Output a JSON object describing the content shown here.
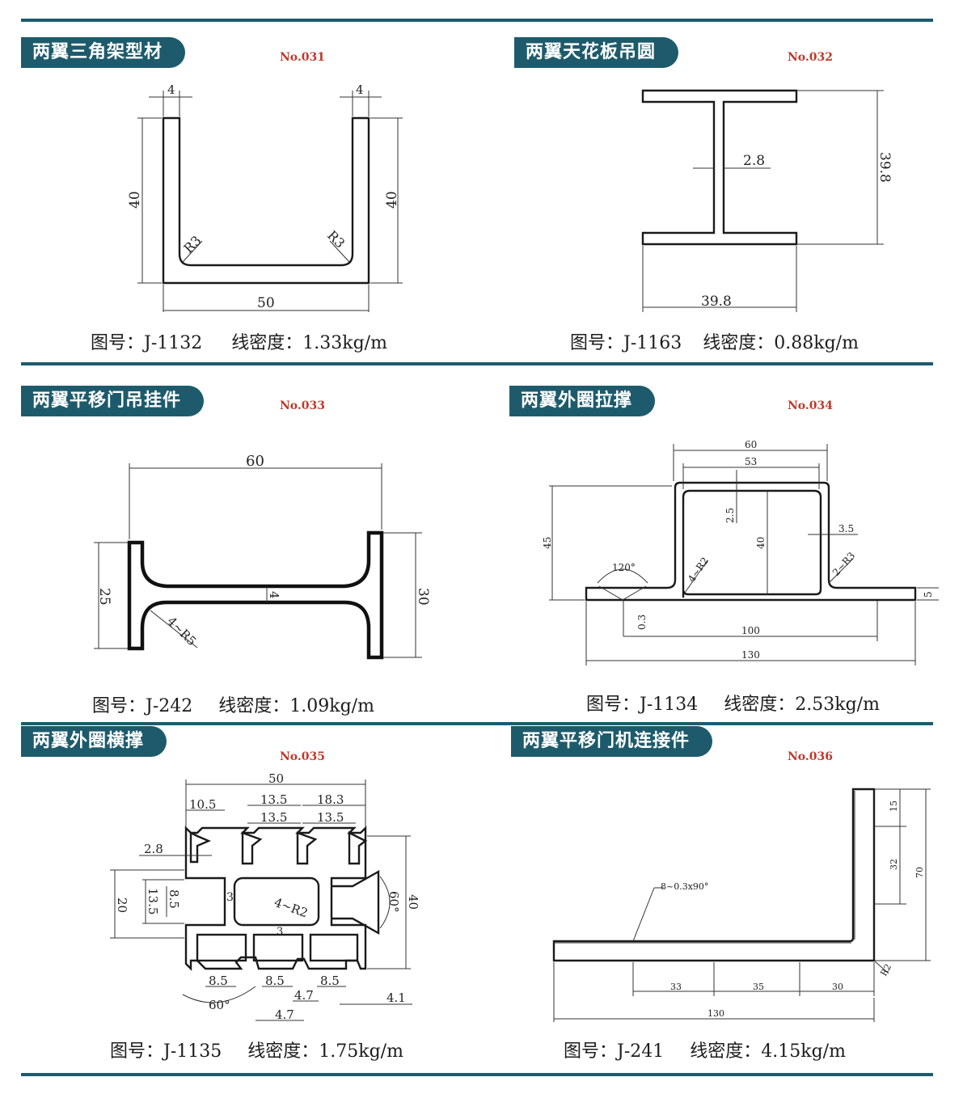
{
  "panels": [
    {
      "title": "两翼三角架型材",
      "code": "No.031",
      "figure_label": "图号：",
      "figure_no": "J-1132",
      "density_label": "线密度：",
      "density": "1.33kg/m",
      "dims": {
        "t_left": "4",
        "t_right": "4",
        "h_left": "40",
        "h_right": "40",
        "r_left": "R3",
        "r_right": "R3",
        "width": "50"
      }
    },
    {
      "title": "两翼天花板吊圆",
      "code": "No.032",
      "figure_label": "图号：",
      "figure_no": "J-1163",
      "density_label": "线密度：",
      "density": "0.88kg/m",
      "dims": {
        "web": "2.8",
        "height": "39.8",
        "width": "39.8"
      }
    },
    {
      "title": "两翼平移门吊挂件",
      "code": "No.033",
      "figure_label": "图号：",
      "figure_no": "J-242",
      "density_label": "线密度：",
      "density": "1.09kg/m",
      "dims": {
        "width": "60",
        "h_left": "25",
        "h_right": "30",
        "web": "4",
        "radius": "4~R5"
      }
    },
    {
      "title": "两翼外圈拉撑",
      "code": "No.034",
      "figure_label": "图号：",
      "figure_no": "J-1134",
      "density_label": "线密度：",
      "density": "2.53kg/m",
      "dims": {
        "top_outer": "60",
        "top_inner": "53",
        "wall_top": "2.5",
        "inner_h": "40",
        "wall_side": "3.5",
        "height": "45",
        "angle": "120°",
        "r_left": "4~R2",
        "r_right": "2~R3",
        "groove": "0.3",
        "base_t": "5",
        "inner_len": "100",
        "total": "130"
      }
    },
    {
      "title": "两翼外圈横撑",
      "code": "No.035",
      "figure_label": "图号：",
      "figure_no": "J-1135",
      "density_label": "线密度：",
      "density": "1.75kg/m",
      "dims": {
        "width": "50",
        "d10_5": "10.5",
        "d13_5a": "13.5",
        "d18_3": "18.3",
        "d13_5b": "13.5",
        "d13_5c": "13.5",
        "d2_8": "2.8",
        "d20": "20",
        "d13_5v": "13.5",
        "d8_5v": "8.5",
        "d3a": "3",
        "r": "4~R2",
        "d3b": "3",
        "a60r": "60°",
        "h40": "40",
        "b8_5a": "8.5",
        "b8_5b": "8.5",
        "b8_5c": "8.5",
        "b4_7a": "4.7",
        "a60b": "60°",
        "b4_7b": "4.7",
        "b4_1": "4.1"
      }
    },
    {
      "title": "两翼平移门机连接件",
      "code": "No.036",
      "figure_label": "图号：",
      "figure_no": "J-241",
      "density_label": "线密度：",
      "density": "4.15kg/m",
      "dims": {
        "groove": "8~0.3x90°",
        "v15": "15",
        "v32": "32",
        "v70": "70",
        "r": "R2",
        "h33": "33",
        "h35": "35",
        "h30": "30",
        "total": "130"
      }
    }
  ]
}
